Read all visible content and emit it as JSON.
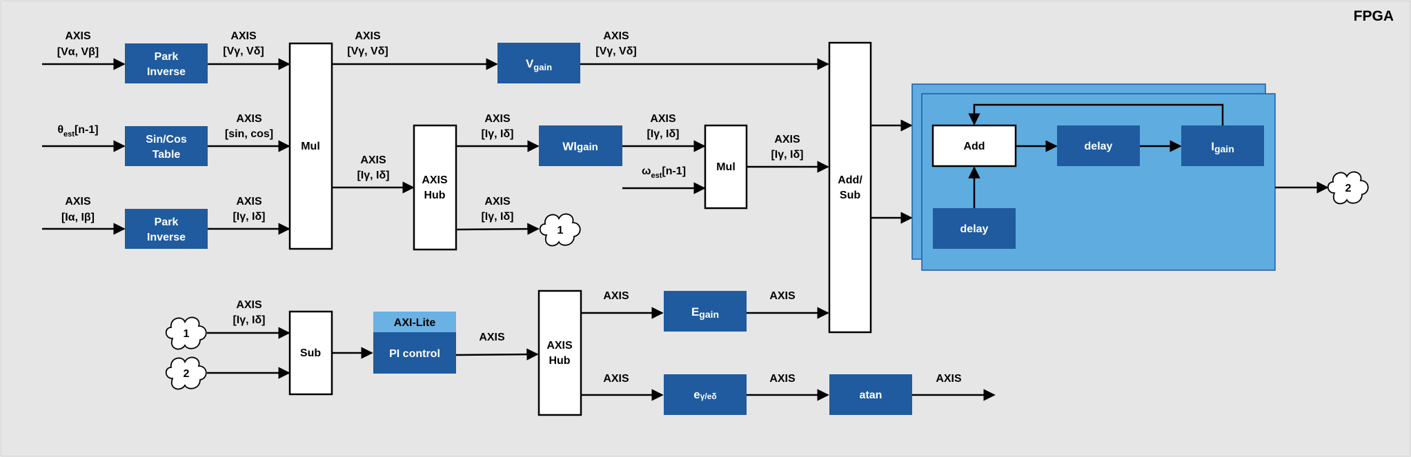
{
  "title": "FPGA",
  "inputs": {
    "v_axis": "AXIS",
    "v_bus": "[Vα, Vβ]",
    "theta_main": "θ",
    "theta_sub": "est",
    "theta_suffix": "[n-1]",
    "i_axis": "AXIS",
    "i_bus": "[Iα, Iβ]",
    "omega_main": "ω",
    "omega_sub": "est",
    "omega_suffix": "[n-1]"
  },
  "blocks": {
    "park_inverse_v_line1": "Park",
    "park_inverse_v_line2": "Inverse",
    "sincos_line1": "Sin/Cos",
    "sincos_line2": "Table",
    "park_inverse_i_line1": "Park",
    "park_inverse_i_line2": "Inverse",
    "mul1": "Mul",
    "axis_hub1_line1": "AXIS",
    "axis_hub1_line2": "Hub",
    "vgain_main": "V",
    "vgain_sub": "gain",
    "wlgain_main": "Wl",
    "wlgain_sub": "gain",
    "mul2": "Mul",
    "addsub_line1": "Add/",
    "addsub_line2": "Sub",
    "add": "Add",
    "delay_top": "delay",
    "igain_main": "I",
    "igain_sub": "gain",
    "delay_bottom": "delay",
    "sub": "Sub",
    "axi_lite": "AXI-Lite",
    "pi_control": "PI control",
    "axis_hub2_line1": "AXIS",
    "axis_hub2_line2": "Hub",
    "egain_main": "E",
    "egain_sub": "gain",
    "err_main": "e",
    "err_sub": "γ/eδ",
    "atan": "atan"
  },
  "edge_labels": {
    "park_v_out_axis": "AXIS",
    "park_v_out_bus": "[Vγ, Vδ]",
    "sincos_out_axis": "AXIS",
    "sincos_out_bus": "[sin, cos]",
    "park_i_out_axis": "AXIS",
    "park_i_out_bus": "[Iγ, Iδ]",
    "mul1_top_axis": "AXIS",
    "mul1_top_bus": "[Vγ, Vδ]",
    "mul1_mid_axis": "AXIS",
    "mul1_mid_bus": "[Iγ, Iδ]",
    "vgain_out_axis": "AXIS",
    "vgain_out_bus": "[Vγ, Vδ]",
    "hub1_top_axis": "AXIS",
    "hub1_top_bus": "[Iγ, Iδ]",
    "hub1_bot_axis": "AXIS",
    "hub1_bot_bus": "[Iγ, Iδ]",
    "wlgain_out_axis": "AXIS",
    "wlgain_out_bus": "[Iγ, Iδ]",
    "mul2_out_axis": "AXIS",
    "mul2_out_bus": "[Iγ, Iδ]",
    "sub_in_axis": "AXIS",
    "sub_in_bus": "[Iγ, Iδ]",
    "pi_out_axis": "AXIS",
    "hub2_top_axis": "AXIS",
    "egain_out_axis": "AXIS",
    "hub2_bot_axis": "AXIS",
    "err_out_axis": "AXIS",
    "atan_out_axis": "AXIS"
  },
  "connectors": {
    "c1_out": "1",
    "c2_out": "2",
    "c1_in": "1",
    "c2_in": "2"
  },
  "colors": {
    "background": "#e6e6e6",
    "block_dark": "#1f5b9e",
    "block_light": "#5fade0",
    "axi_lite": "#6ab1e4",
    "line": "#000000"
  }
}
